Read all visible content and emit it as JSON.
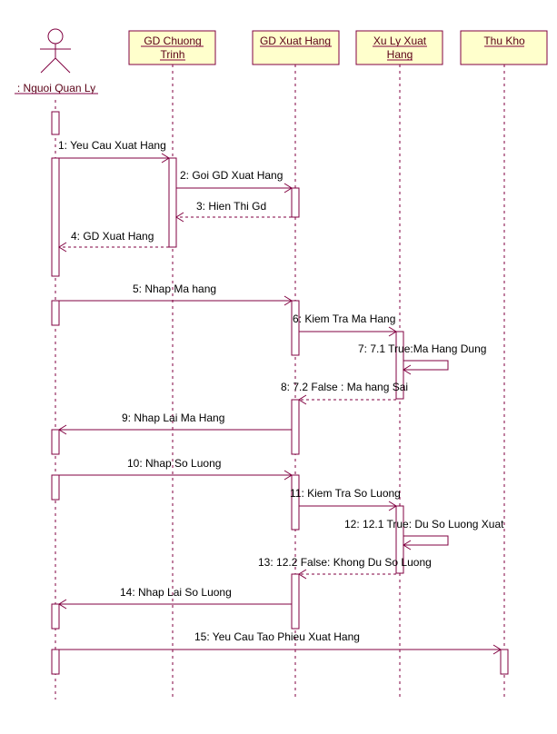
{
  "actor": {
    "label": ": Nguoi Quan Ly"
  },
  "participants": [
    {
      "id": "gdct",
      "lines": [
        "GD Chuong",
        "Trinh"
      ]
    },
    {
      "id": "gdxh",
      "lines": [
        "GD Xuat Hang"
      ]
    },
    {
      "id": "xlxh",
      "lines": [
        "Xu Ly Xuat",
        "Hang"
      ]
    },
    {
      "id": "tk",
      "lines": [
        "Thu Kho"
      ]
    }
  ],
  "messages": [
    {
      "id": "m1",
      "label": "1: Yeu Cau Xuat Hang"
    },
    {
      "id": "m2",
      "label": "2: Goi GD Xuat Hang"
    },
    {
      "id": "m3",
      "label": "3: Hien Thi Gd"
    },
    {
      "id": "m4",
      "label": "4: GD Xuat Hang"
    },
    {
      "id": "m5",
      "label": "5: Nhap Ma hang"
    },
    {
      "id": "m6",
      "label": "6: Kiem Tra Ma Hang"
    },
    {
      "id": "m7",
      "label": "7: 7.1 True:Ma Hang Dung"
    },
    {
      "id": "m8",
      "label": "8: 7.2 False : Ma hang Sai"
    },
    {
      "id": "m9",
      "label": "9: Nhap Lai Ma Hang"
    },
    {
      "id": "m10",
      "label": "10: Nhap So Luong"
    },
    {
      "id": "m11",
      "label": "11: Kiem Tra So Luong"
    },
    {
      "id": "m12",
      "label": "12: 12.1 True: Du So Luong Xuat"
    },
    {
      "id": "m13",
      "label": "13: 12.2 False: Khong Du So Luong"
    },
    {
      "id": "m14",
      "label": "14: Nhap Lai So Luong"
    },
    {
      "id": "m15",
      "label": "15: Yeu Cau Tao Phieu Xuat Hang"
    }
  ]
}
